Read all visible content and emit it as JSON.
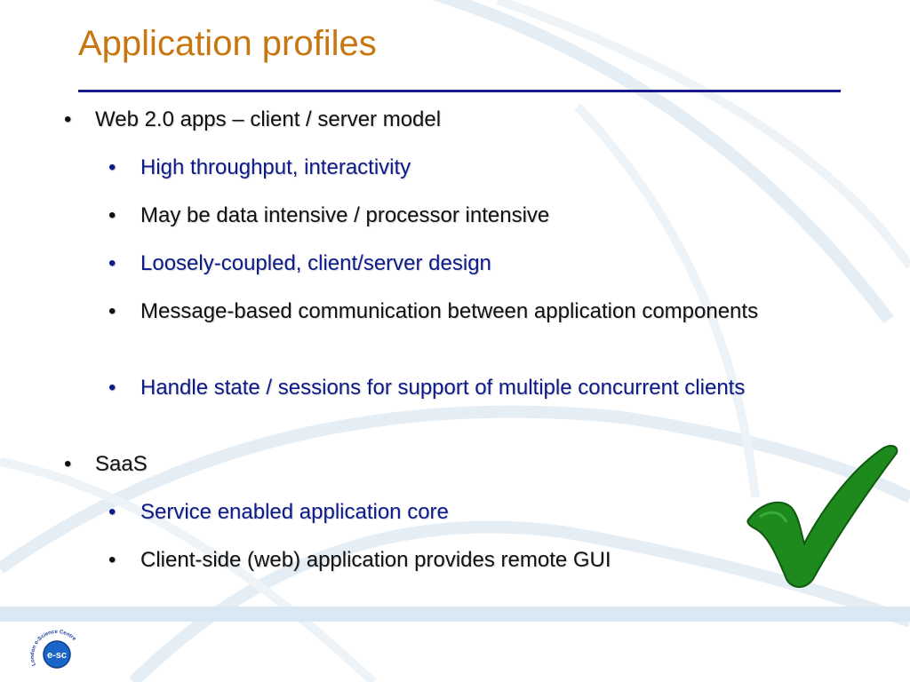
{
  "slide": {
    "title": "Application profiles",
    "bullets": [
      {
        "level": 1,
        "text": "Web 2.0 apps – client / server model",
        "color": "#111111"
      },
      {
        "level": 2,
        "text": "High throughput, interactivity",
        "color": "#0c1a8a"
      },
      {
        "level": 2,
        "text": "May be data intensive / processor intensive",
        "color": "#111111"
      },
      {
        "level": 2,
        "text": "Loosely-coupled, client/server design",
        "color": "#0c1a8a"
      },
      {
        "level": 2,
        "text": "Message-based communication between application components",
        "color": "#111111"
      },
      {
        "level": 2,
        "text": "Handle state / sessions for support of multiple concurrent clients",
        "color": "#0c1a8a"
      },
      {
        "level": 1,
        "text": "SaaS",
        "color": "#111111"
      },
      {
        "level": 2,
        "text": "Service enabled application core",
        "color": "#0c1a8a"
      },
      {
        "level": 2,
        "text": "Client-side (web) application provides remote GUI",
        "color": "#111111"
      }
    ],
    "bullet_glyph": "•",
    "icons": {
      "checkmark": "checkmark-icon",
      "logo": "lesc-logo"
    },
    "logo": {
      "center_text": "e-sc",
      "ring_text": "London e-Science Centre"
    },
    "colors": {
      "title": "#c8760f",
      "rule": "#1a1a8c",
      "check": "#1e8a1e",
      "band": "#d9e8f2"
    }
  }
}
